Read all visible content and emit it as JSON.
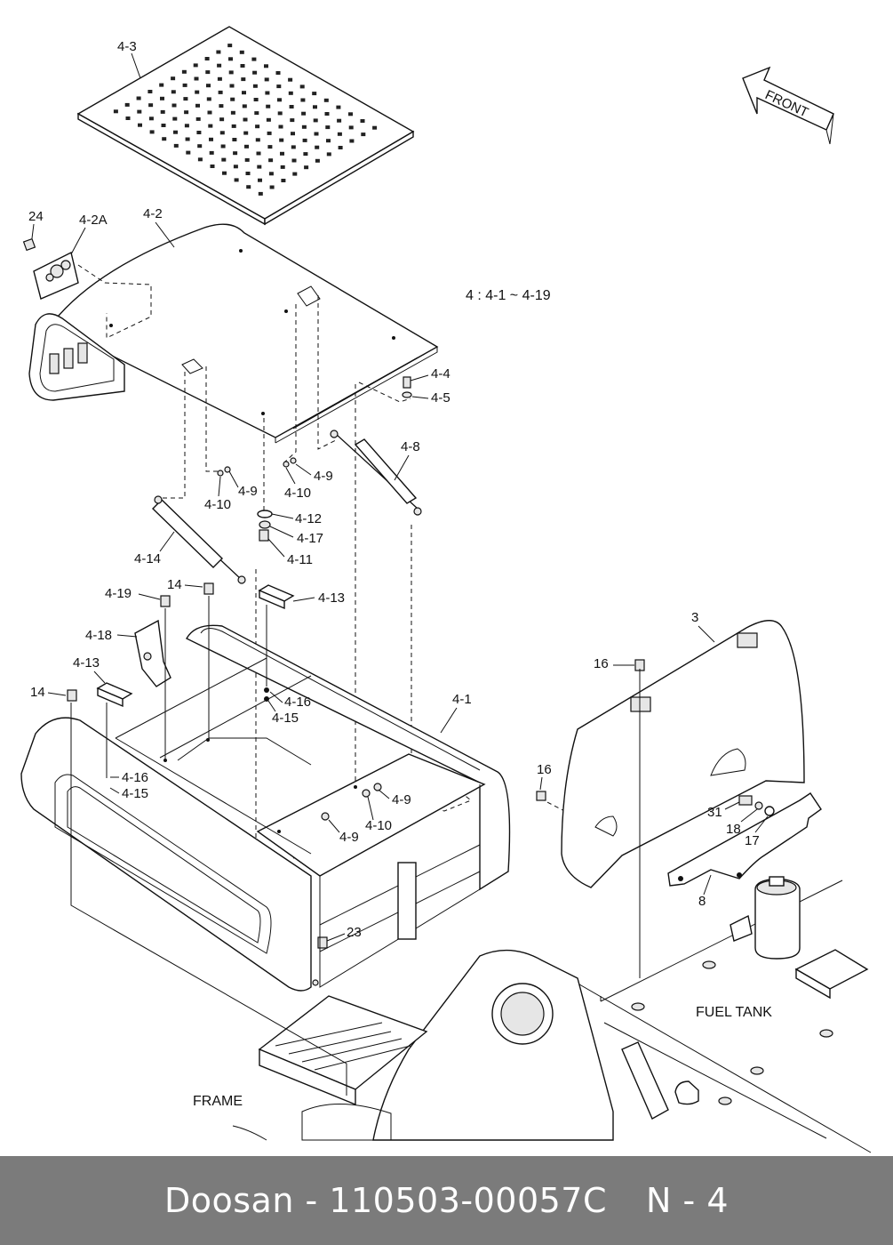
{
  "diagram": {
    "front_label": "FRONT",
    "legend": "4 : 4-1 ~ 4-19",
    "fuel_tank_label": "FUEL TANK",
    "frame_label": "FRAME",
    "callouts": {
      "c_4_3": "4-3",
      "c_24": "24",
      "c_4_2A": "4-2A",
      "c_4_2": "4-2",
      "c_4_4": "4-4",
      "c_4_5": "4-5",
      "c_4_8": "4-8",
      "c_4_9_a": "4-9",
      "c_4_10_a": "4-10",
      "c_4_9_b": "4-9",
      "c_4_10_b": "4-10",
      "c_4_12": "4-12",
      "c_4_17": "4-17",
      "c_4_11": "4-11",
      "c_4_14": "4-14",
      "c_14_a": "14",
      "c_4_19": "4-19",
      "c_4_13_a": "4-13",
      "c_4_18": "4-18",
      "c_4_13_b": "4-13",
      "c_14_b": "14",
      "c_4_16_a": "4-16",
      "c_4_15_a": "4-15",
      "c_4_16_b": "4-16",
      "c_4_15_b": "4-15",
      "c_4_1": "4-1",
      "c_4_9_c": "4-9",
      "c_4_10_c": "4-10",
      "c_4_9_d": "4-9",
      "c_23": "23",
      "c_3": "3",
      "c_16_a": "16",
      "c_16_b": "16",
      "c_31": "31",
      "c_18": "18",
      "c_17": "17",
      "c_8": "8"
    }
  },
  "footer": {
    "brand": "Doosan",
    "separator": "-",
    "part_number": "110503-00057C",
    "page_ref": "N - 4"
  }
}
